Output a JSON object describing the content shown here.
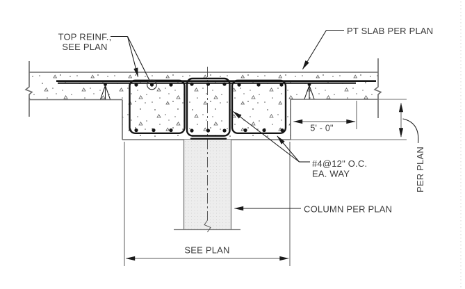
{
  "drawing": {
    "type": "structural-section-detail",
    "labels": {
      "top_reinf_1": "TOP REINF.,",
      "top_reinf_2": "SEE PLAN",
      "pt_slab": "PT SLAB PER PLAN",
      "rebar_spec_1": "#4@12\" O.C.",
      "rebar_spec_2": "EA. WAY",
      "column": "COLUMN PER PLAN"
    },
    "dimensions": {
      "cap_edge_offset": "5' - 0\"",
      "cap_width": "SEE PLAN",
      "cap_depth": "PER PLAN"
    },
    "colors": {
      "background": "#ffffff",
      "concrete_outline": "#6b6b6b",
      "rebar": "#141414",
      "text": "#3a3a3a",
      "column_fill": "#ededed"
    }
  }
}
